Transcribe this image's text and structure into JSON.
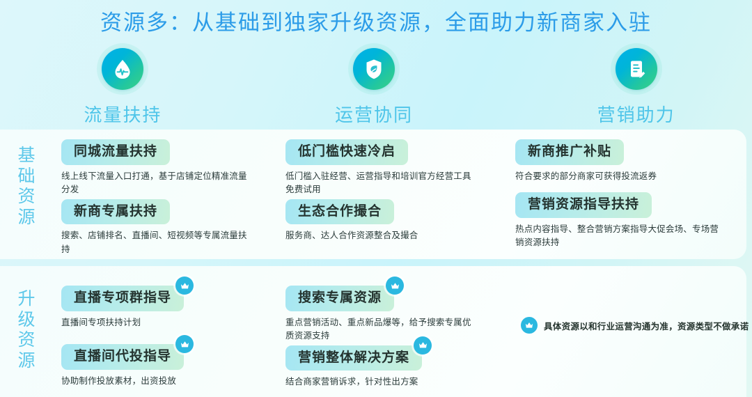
{
  "header": {
    "title": "资源多：从基础到独家升级资源，全面助力新商家入驻",
    "title_color": "#2c9ce8"
  },
  "categories": [
    {
      "icon": "water-drop-pulse-icon",
      "label": "流量扶持"
    },
    {
      "icon": "shield-leaf-icon",
      "label": "运营协同"
    },
    {
      "icon": "document-pen-icon",
      "label": "营销助力"
    }
  ],
  "sections": [
    {
      "id": "basic",
      "side_label": "基础资源",
      "columns": [
        {
          "items": [
            {
              "title": "同城流量扶持",
              "desc": "线上线下流量入口打通，基于店铺定位精准流量分发",
              "premium": false
            },
            {
              "title": "新商专属扶持",
              "desc": "搜索、店铺排名、直播间、短视频等专属流量扶持",
              "premium": false
            }
          ]
        },
        {
          "items": [
            {
              "title": "低门槛快速冷启",
              "desc": "低门槛入驻经营、运营指导和培训官方经营工具免费试用",
              "premium": false
            },
            {
              "title": "生态合作撮合",
              "desc": "服务商、达人合作资源整合及撮合",
              "premium": false
            }
          ]
        },
        {
          "items": [
            {
              "title": "新商推广补贴",
              "desc": "符合要求的部分商家可获得投流返券",
              "premium": false
            },
            {
              "title": "营销资源指导扶持",
              "desc": "热点内容指导、整合营销方案指导大促会场、专场营销资源扶持",
              "premium": false
            }
          ]
        }
      ]
    },
    {
      "id": "upgrade",
      "side_label": "升级资源",
      "columns": [
        {
          "items": [
            {
              "title": "直播专项群指导",
              "desc": "直播间专项扶持计划",
              "premium": true
            },
            {
              "title": "直播间代投指导",
              "desc": "协助制作投放素材，出资投放",
              "premium": true
            }
          ]
        },
        {
          "items": [
            {
              "title": "搜索专属资源",
              "desc": "重点营销活动、重点新品爆等，给予搜索专属优质资源支持",
              "premium": true
            },
            {
              "title": "营销整体解决方案",
              "desc": "结合商家营销诉求，针对性出方案",
              "premium": true
            }
          ]
        },
        {
          "items": []
        }
      ]
    }
  ],
  "footnote": {
    "icon": "crown-icon",
    "text": "具体资源以和行业运营沟通为准，资源类型不做承诺"
  },
  "colors": {
    "accent_blue": "#2c9ce8",
    "label_cyan": "#4fc5e9",
    "crown_blue": "#2bb8e0",
    "pill_gradient_start": "#a5e6f3",
    "pill_gradient_end": "#c9f0d9",
    "icon_gradient_start": "#00b0ea",
    "icon_gradient_end": "#3ad287"
  }
}
